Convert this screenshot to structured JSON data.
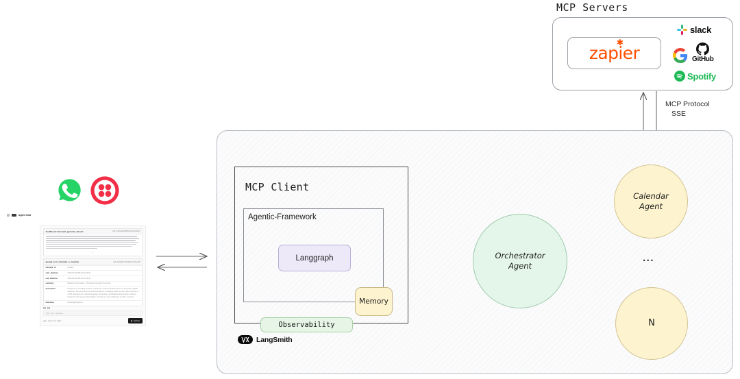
{
  "mcp_servers": {
    "title": "MCP Servers",
    "featured": {
      "name": "zapier",
      "color": "#FF4F00"
    },
    "logos": [
      {
        "icon": "slack-icon",
        "label": "slack",
        "color": "#111111"
      },
      {
        "icon": "google-icon",
        "label": "",
        "color": "#4285F4"
      },
      {
        "icon": "github-icon",
        "label": "GitHub",
        "color": "#111111"
      },
      {
        "icon": "spotify-icon",
        "label": "Spotify",
        "color": "#1DB954"
      }
    ]
  },
  "connection": {
    "protocol_line1": "MCP Protocol",
    "protocol_line2": "SSE"
  },
  "platform": {
    "mcp_client": {
      "title": "MCP Client",
      "agentic_framework": {
        "title": "Agentic-Framework",
        "graph_engine": "Langgraph"
      },
      "memory": "Memory",
      "observability": "Observability",
      "observability_vendor": "LangSmith"
    },
    "agents": {
      "orchestrator": {
        "line1": "Orchestrator",
        "line2": "Agent",
        "color": "#e4f6e9"
      },
      "calendar": {
        "line1": "Calendar",
        "line2": "Agent",
        "color": "#fdf3cf"
      },
      "ellipsis": "...",
      "nth": {
        "line1": "N",
        "color": "#fdf3cf"
      }
    }
  },
  "channels": [
    {
      "icon": "whatsapp-icon",
      "name": "WhatsApp",
      "color": "#25D366"
    },
    {
      "icon": "twilio-icon",
      "name": "Twilio",
      "color": "#F22F46"
    }
  ],
  "chat_screenshot": {
    "app_title": "Agent Chat",
    "tool_result": {
      "key": "ToolResult: firecrawl_generate_llmstxt",
      "id": "call_tK3JwQEQMfC9eyRwKaZ4Q",
      "body_lines": [
        "aid.txt content: # https://pampa.ai llms.txt - AI Product Development",
        "https://www.pampa.ai/): Your AI product development partner from creation services. -",
        "[Generative Digital Solutions](https://www.pampa.ai/services): Digital solutions to",
        "enhance your business performance and design. - [Client Testimonials]",
        "(https://www.pampa.ai/work): [Team testimonials highlight Pampa Labs' expertise in LLM",
        "applications. - [Contact Us](https://www.pampa.ai/contact): Reach out to us for",
        "inquiries and support. ..."
      ]
    },
    "schedule_result": {
      "key": "google_tool_schedule_a_meeting",
      "id": "call_0OgyBuyUb3EwDsx37LpN5",
      "fields": [
        {
          "label": "calendar_id",
          "value": "primary"
        },
        {
          "label": "start_datetime",
          "value": "2025-06-30T08:00:00-03:00"
        },
        {
          "label": "end_datetime",
          "value": "2025-06-30T08:30:00-03:00"
        },
        {
          "label": "summary",
          "value": "Meeting with Lautaro - Pampa.ai Company Summary"
        },
        {
          "label": "description",
          "value": "Pampa.ai is a leading provider of AI-driven product development and innovative digital solutions. We serve as your technical partner in bridging ideas into life, with expertise in AI/ML development, natural language processing, and digital transformation, looking forward to discussing opportunities and how we can collaborate on other services."
        },
        {
          "label": "attendees",
          "value": "lautaro@pampa.ai"
        }
      ]
    },
    "input_placeholder": "Type your message...",
    "hide_tool_calls_label": "Hide Tool Calls",
    "submit_label": "Submit"
  }
}
